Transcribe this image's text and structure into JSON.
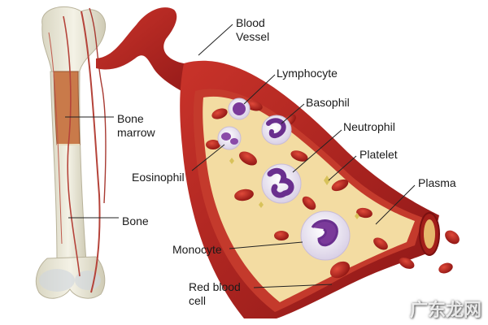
{
  "labels": {
    "blood_vessel": [
      "Blood",
      "Vessel"
    ],
    "bone_marrow": [
      "Bone",
      "marrow"
    ],
    "bone": "Bone",
    "lymphocyte": "Lymphocyte",
    "basophil": "Basophil",
    "neutrophil": "Neutrophil",
    "platelet": "Platelet",
    "plasma": "Plasma",
    "eosinophil": "Eosinophil",
    "monocyte": "Monocyte",
    "red_blood_cell": [
      "Red blood",
      "cell"
    ]
  },
  "watermark": "广东龙网",
  "colors": {
    "vessel_outer": "#9e1b1b",
    "vessel_wall": "#c43a2c",
    "plasma": "#f3dca2",
    "bone": "#e9e6d4",
    "marrow": "#c97a4a",
    "rbc": "#b8231f",
    "wbc_nucleus": "#7b3a9a"
  }
}
